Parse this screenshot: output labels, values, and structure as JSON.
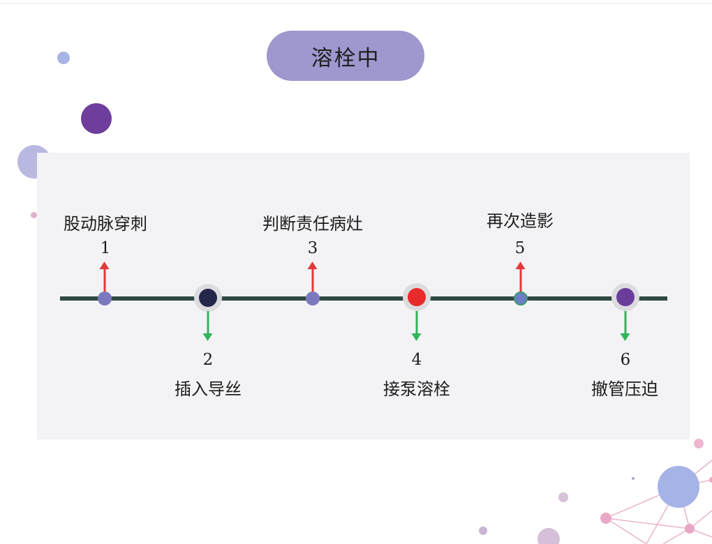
{
  "title": "溶栓中",
  "steps": [
    {
      "num": "1",
      "label": "股动脉穿刺"
    },
    {
      "num": "2",
      "label": "插入导丝"
    },
    {
      "num": "3",
      "label": "判断责任病灶"
    },
    {
      "num": "4",
      "label": "接泵溶栓"
    },
    {
      "num": "5",
      "label": "再次造影"
    },
    {
      "num": "6",
      "label": "撤管压迫"
    }
  ],
  "colors": {
    "title_pill": "#9e98cf",
    "timeline": "#2f4a43",
    "arrow_up": "#e23a3a",
    "arrow_down": "#2fb45a",
    "dot_1": "#7b79bd",
    "dot_2": "#24264a",
    "dot_3": "#7b79bd",
    "dot_4": "#e82a2a",
    "dot_5": "#6c7fc4",
    "dot_6": "#6a3d9a"
  }
}
